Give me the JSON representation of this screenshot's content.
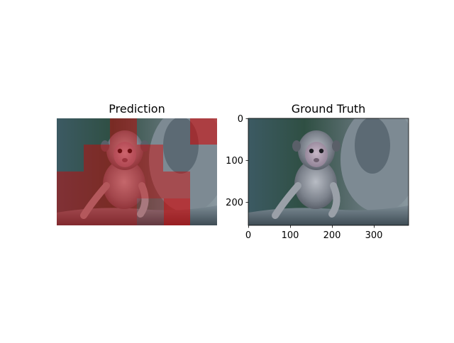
{
  "panels": {
    "left": {
      "title": "Prediction",
      "overlay_color": "#d40000"
    },
    "right": {
      "title": "Ground Truth",
      "x_ticks": [
        "0",
        "100",
        "200",
        "300"
      ],
      "y_ticks": [
        "0",
        "100",
        "200"
      ]
    }
  },
  "colors": {
    "background": "#ffffff",
    "axis": "#000000"
  }
}
